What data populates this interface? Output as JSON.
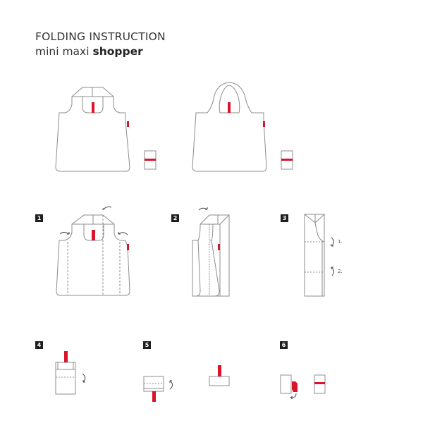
{
  "header": {
    "title": "FOLDING INSTRUCTION",
    "subtitle_light": "mini maxi ",
    "subtitle_bold": "shopper"
  },
  "colors": {
    "outline": "#8c8c8c",
    "accent_red": "#d9142b",
    "badge": "#1e1e1e"
  },
  "overview": [
    {
      "name": "shopper-flat-handles",
      "description": "bag with flat folded handles and packed pouch"
    },
    {
      "name": "shopper-rounded-handles",
      "description": "bag with rounded handles and packed pouch"
    }
  ],
  "steps": [
    {
      "number": "1",
      "description": "fold sides inward along dotted lines"
    },
    {
      "number": "2",
      "description": "fold top over"
    },
    {
      "number": "3",
      "description": "fold in two steps",
      "sub_labels": [
        "1.",
        "2."
      ]
    },
    {
      "number": "4",
      "description": "fold with red tab on top"
    },
    {
      "number": "5",
      "description": "fold and flip"
    },
    {
      "number": "6",
      "description": "secure with red band"
    }
  ]
}
